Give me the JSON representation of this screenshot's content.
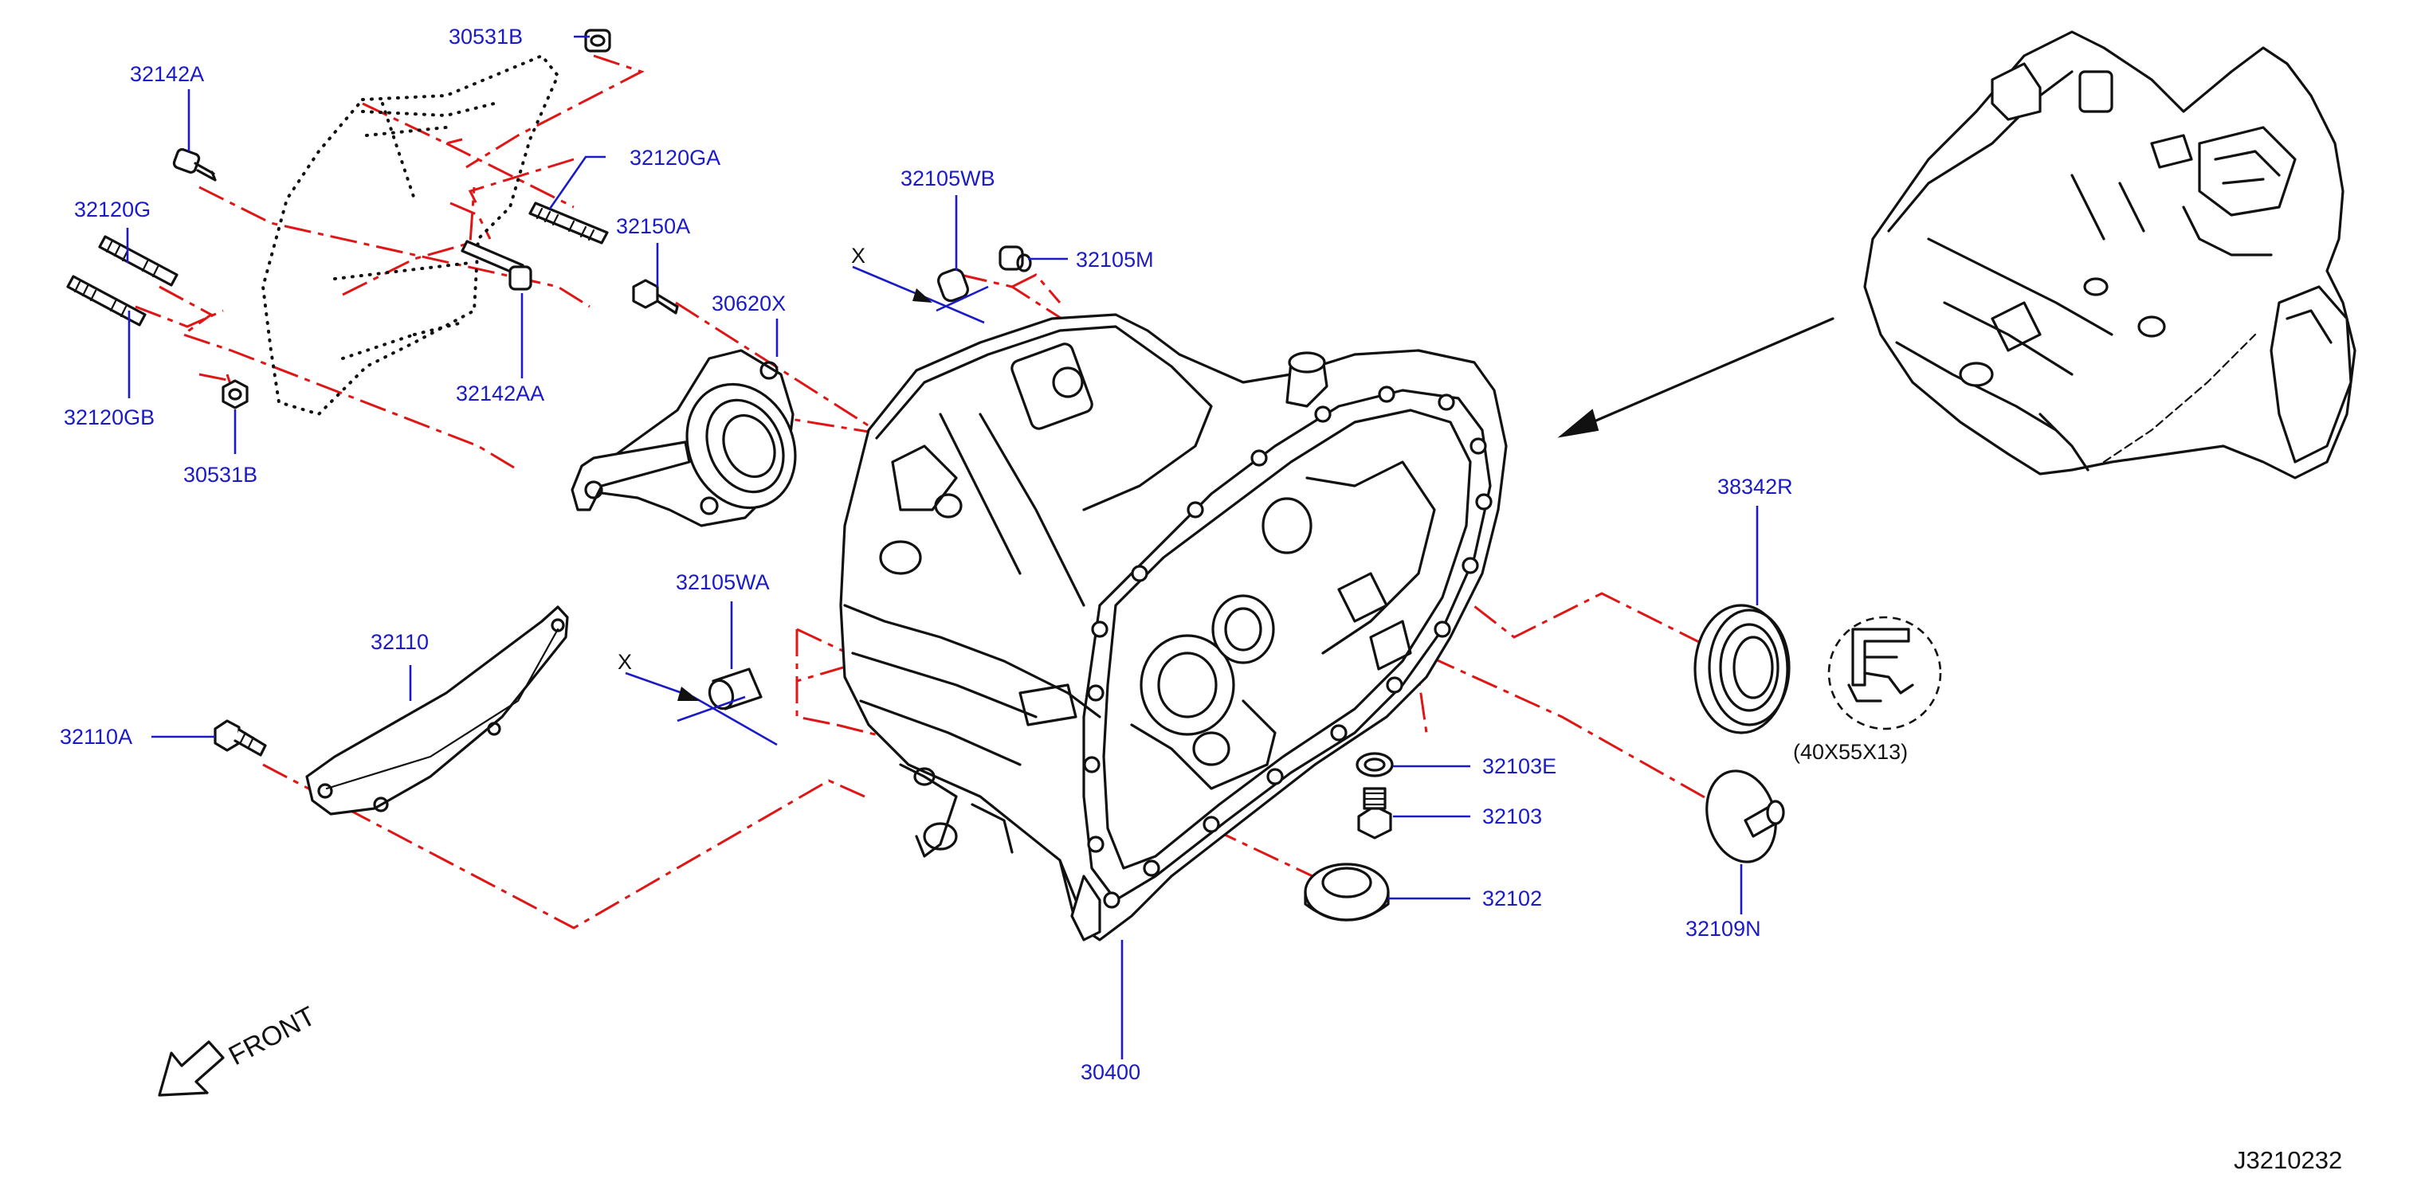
{
  "diagram": {
    "diagram_id": "J3210232",
    "front_label": "FRONT",
    "x_marker": "X",
    "bearing_size_note": "(40X55X13)",
    "parts": [
      {
        "id": "p-30531B-top",
        "code": "30531B"
      },
      {
        "id": "p-32142A",
        "code": "32142A"
      },
      {
        "id": "p-32120GA",
        "code": "32120GA"
      },
      {
        "id": "p-32120G",
        "code": "32120G"
      },
      {
        "id": "p-32150A",
        "code": "32150A"
      },
      {
        "id": "p-30620X",
        "code": "30620X"
      },
      {
        "id": "p-32120GB",
        "code": "32120GB"
      },
      {
        "id": "p-32142AA",
        "code": "32142AA"
      },
      {
        "id": "p-30531B-bottom",
        "code": "30531B"
      },
      {
        "id": "p-32105WB",
        "code": "32105WB"
      },
      {
        "id": "p-32105M",
        "code": "32105M"
      },
      {
        "id": "p-32105WA",
        "code": "32105WA"
      },
      {
        "id": "p-32110",
        "code": "32110"
      },
      {
        "id": "p-32110A",
        "code": "32110A"
      },
      {
        "id": "p-38342R",
        "code": "38342R"
      },
      {
        "id": "p-32103E",
        "code": "32103E"
      },
      {
        "id": "p-32103",
        "code": "32103"
      },
      {
        "id": "p-32102",
        "code": "32102"
      },
      {
        "id": "p-32109N",
        "code": "32109N"
      },
      {
        "id": "p-30400",
        "code": "30400"
      }
    ]
  }
}
